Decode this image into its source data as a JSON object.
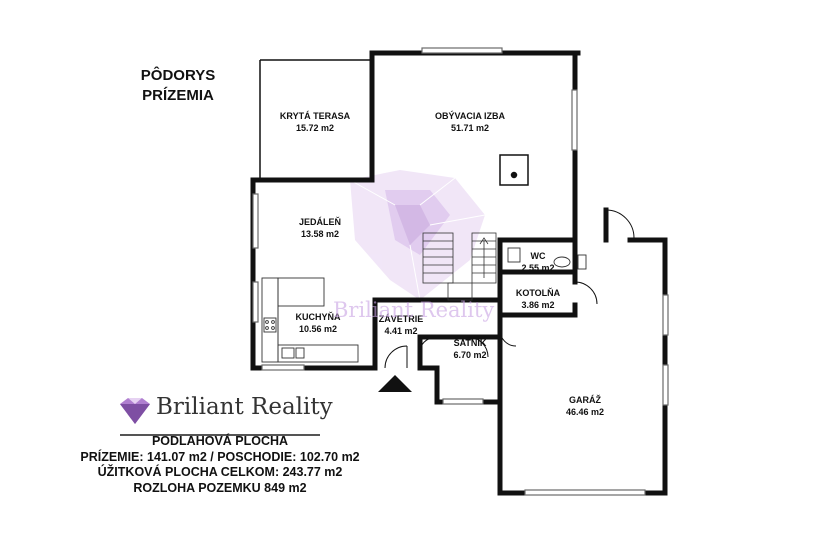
{
  "title": {
    "line1": "PÔDORYS",
    "line2": "PRÍZEMIA"
  },
  "brand": {
    "name": "Briliant Reality",
    "watermark": "Briliant Reality"
  },
  "rooms": {
    "kryta_terasa": {
      "name": "KRYTÁ TERASA",
      "area": "15.72 m2"
    },
    "obyvacia_izba": {
      "name": "OBÝVACIA IZBA",
      "area": "51.71 m2"
    },
    "jedalen": {
      "name": "JEDÁLEŇ",
      "area": "13.58 m2"
    },
    "wc": {
      "name": "WC",
      "area": "2.55 m2"
    },
    "kotolna": {
      "name": "KOTOLŇA",
      "area": "3.86 m2"
    },
    "kuchyna": {
      "name": "KUCHYŇA",
      "area": "10.56 m2"
    },
    "zavetrie": {
      "name": "ZÁVETRIE",
      "area": "4.41 m2"
    },
    "satnik": {
      "name": "ŠATNÍK",
      "area": "6.70 m2"
    },
    "garaz": {
      "name": "GARÁŽ",
      "area": "46.46 m2"
    }
  },
  "info": {
    "line1": "PODLAHOVÁ PLOCHA",
    "line2": "PRÍZEMIE: 141.07 m2 / POSCHODIE: 102.70 m2",
    "line3": "ÚŽITKOVÁ PLOCHA CELKOM: 243.77 m2",
    "line4": "ROZLOHA POZEMKU 849 m2"
  },
  "colors": {
    "wall": "#111111",
    "window": "#6a6a6a",
    "gem": "#b07fd0",
    "gem_light": "#e6d2f2"
  }
}
